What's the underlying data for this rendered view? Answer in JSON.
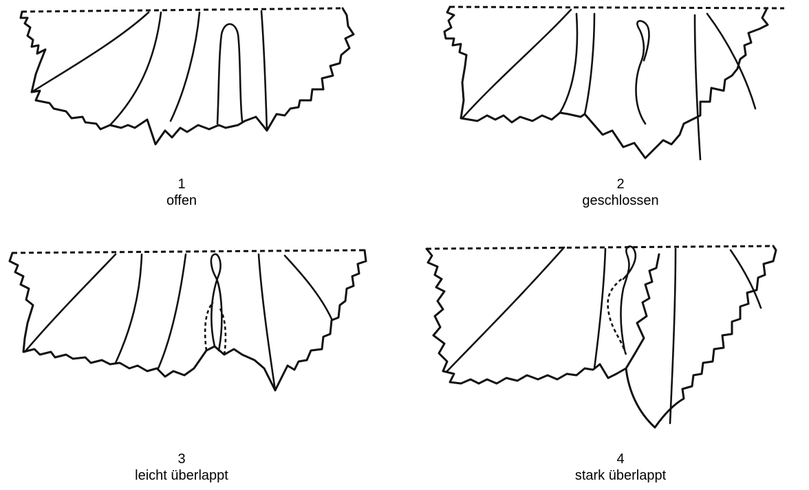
{
  "figures": [
    {
      "number": "1",
      "label": "offen"
    },
    {
      "number": "2",
      "label": "geschlossen"
    },
    {
      "number": "3",
      "label": "leicht überlappt"
    },
    {
      "number": "4",
      "label": "stark überlappt"
    }
  ]
}
